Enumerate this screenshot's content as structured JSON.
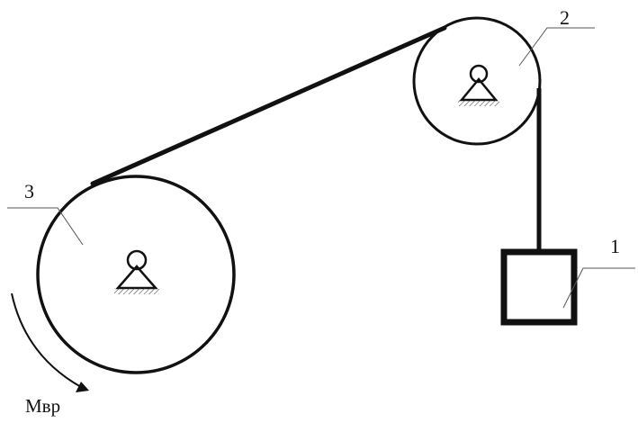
{
  "labels": {
    "pulley_2": "2",
    "drum_3": "3",
    "load_1": "1",
    "moment": "Mвр"
  },
  "colors": {
    "ink": "#111111",
    "background": "#ffffff"
  }
}
